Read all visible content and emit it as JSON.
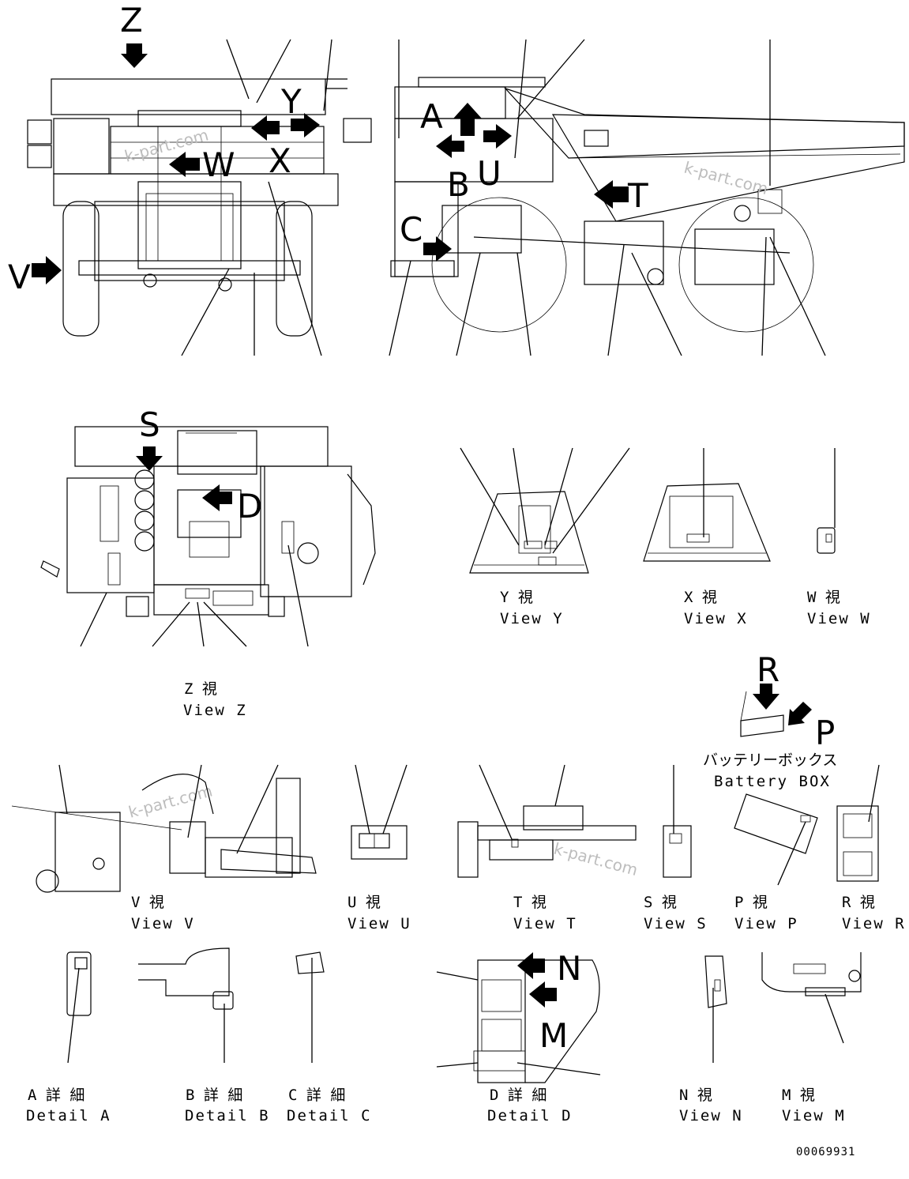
{
  "drawing_number": "00069931",
  "watermark": "k-part.com",
  "view_letters": {
    "Z": "Z",
    "Y": "Y",
    "X": "X",
    "W": "W",
    "V": "V",
    "A": "A",
    "B": "B",
    "U": "U",
    "C": "C",
    "T": "T",
    "S": "S",
    "D": "D",
    "R": "R",
    "P": "P",
    "N": "N",
    "M": "M"
  },
  "captions": {
    "view_y": {
      "jp": "Y 視",
      "en": "View Y"
    },
    "view_x": {
      "jp": "X 視",
      "en": "View X"
    },
    "view_w": {
      "jp": "W 視",
      "en": "View W"
    },
    "view_z": {
      "jp": "Z 視",
      "en": "View Z"
    },
    "battery": {
      "jp": "バッテリーボックス",
      "en": "Battery BOX"
    },
    "view_v": {
      "jp": "V 視",
      "en": "View V"
    },
    "view_u": {
      "jp": "U 視",
      "en": "View U"
    },
    "view_t": {
      "jp": "T 視",
      "en": "View T"
    },
    "view_s": {
      "jp": "S 視",
      "en": "View S"
    },
    "view_p": {
      "jp": "P 視",
      "en": "View P"
    },
    "view_r": {
      "jp": "R 視",
      "en": "View R"
    },
    "detail_a": {
      "jp": "A 詳 細",
      "en": "Detail A"
    },
    "detail_b": {
      "jp": "B 詳 細",
      "en": "Detail B"
    },
    "detail_c": {
      "jp": "C 詳 細",
      "en": "Detail C"
    },
    "detail_d": {
      "jp": "D 詳 細",
      "en": "Detail D"
    },
    "view_n": {
      "jp": "N 視",
      "en": "View N"
    },
    "view_m": {
      "jp": "M 視",
      "en": "View M"
    }
  }
}
